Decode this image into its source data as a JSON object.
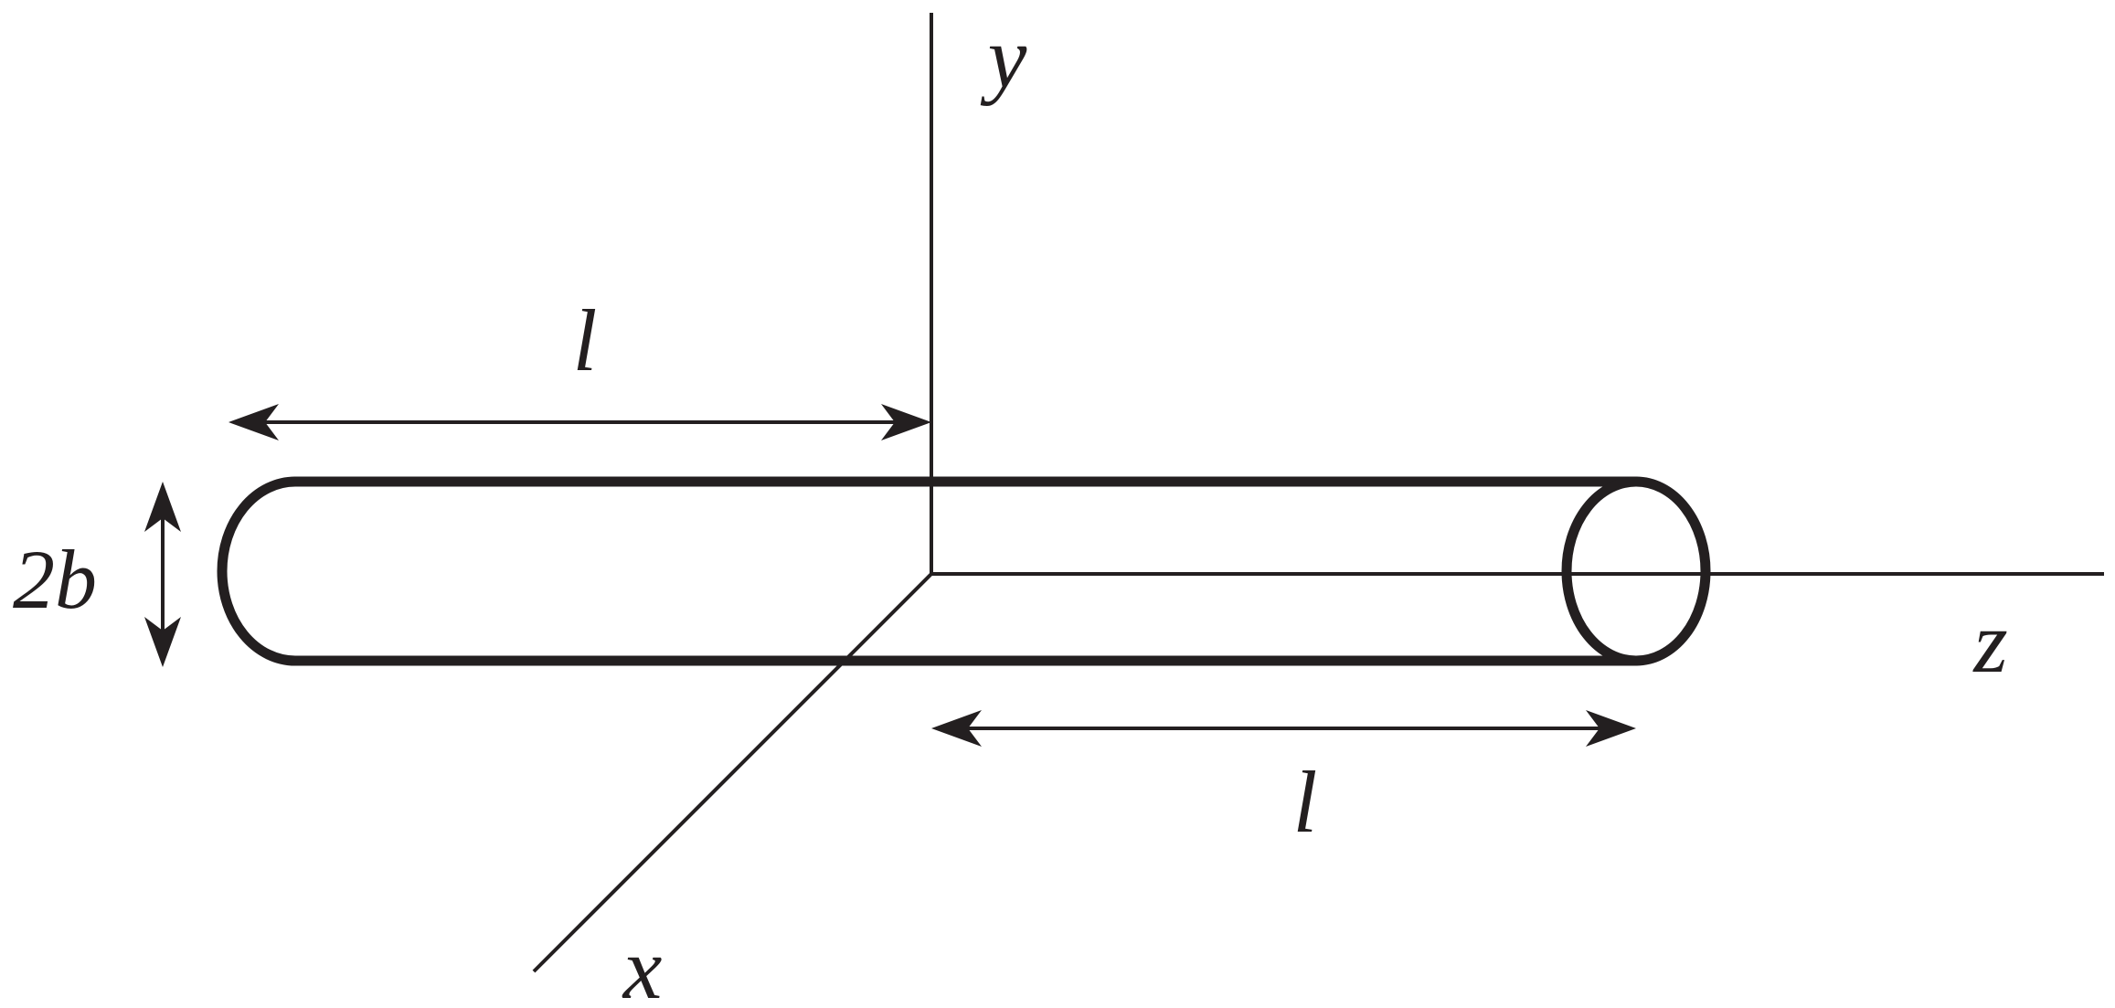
{
  "labels": {
    "y_axis": "y",
    "x_axis": "x",
    "z_axis": "z",
    "length_left": "l",
    "length_right": "l",
    "diameter": "2b"
  },
  "colors": {
    "ink": "#231f20",
    "background": "#ffffff"
  }
}
